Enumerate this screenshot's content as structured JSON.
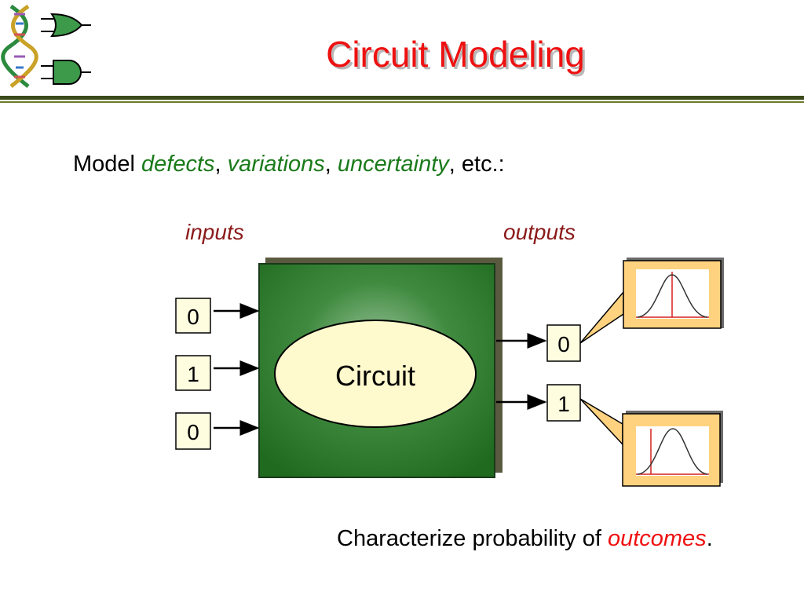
{
  "title": "Circuit Modeling",
  "subtitle": {
    "prefix": "Model ",
    "term1": "defects",
    "sep1": ", ",
    "term2": "variations",
    "sep2": ", ",
    "term3": "uncertainty",
    "suffix": ", etc.:"
  },
  "labels": {
    "inputs": "inputs",
    "outputs": "outputs"
  },
  "circuit_label": "Circuit",
  "input_values": [
    "0",
    "1",
    "0"
  ],
  "output_values": [
    "0",
    "1"
  ],
  "footer": {
    "prefix": "Characterize probability of ",
    "term": "outcomes",
    "suffix": "."
  },
  "colors": {
    "title": "#ee1111",
    "accent_green": "#1a7a1a",
    "label_dark_red": "#8b1a1a",
    "circuit_box": "#2e7d2e",
    "ellipse_fill": "#fffacd",
    "value_box_fill": "#fffde0",
    "callout_fill": "#ffd27f"
  },
  "icons": [
    "dna-helix-icon",
    "or-gate-icon",
    "and-gate-icon",
    "normal-distribution-icon"
  ]
}
